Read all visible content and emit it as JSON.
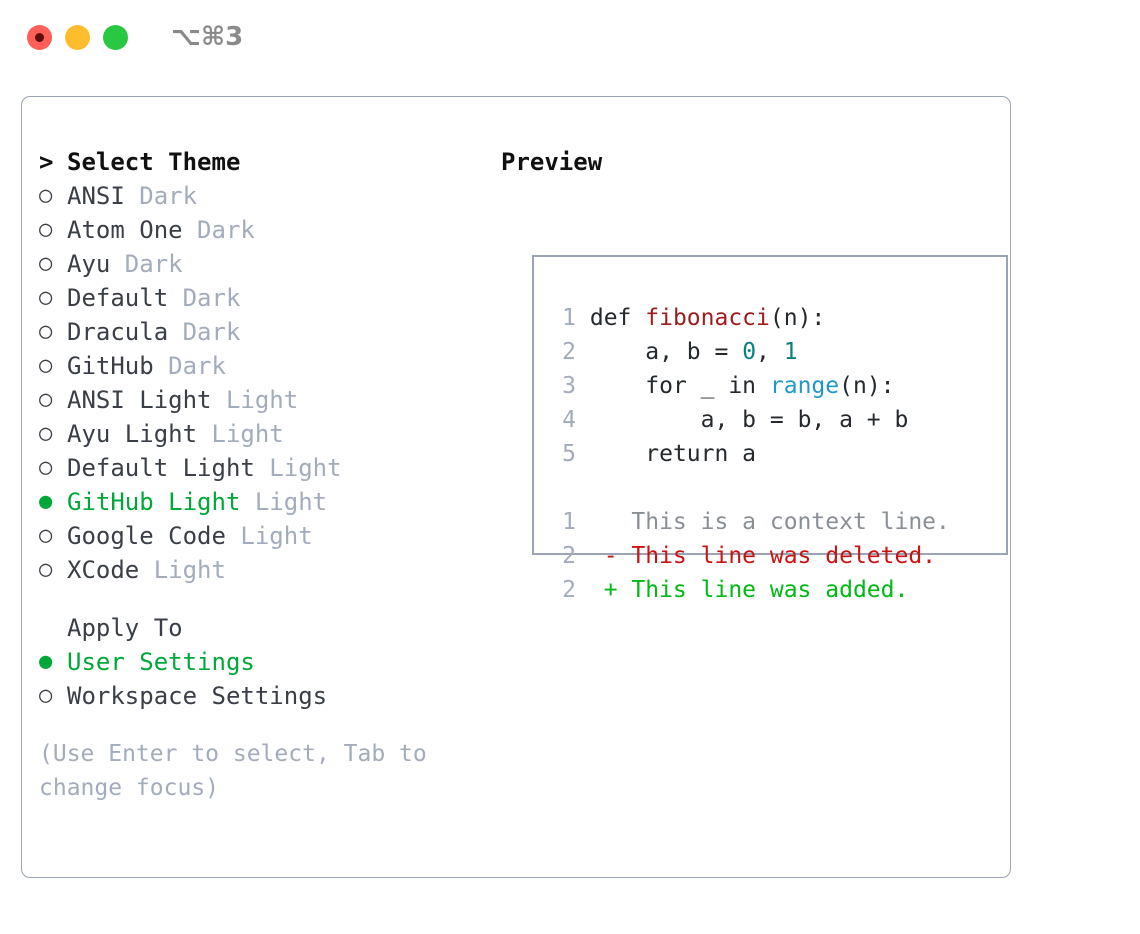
{
  "titlebar": {
    "shortcut": "⌥⌘3",
    "buttons": [
      {
        "name": "close",
        "color": "#ff5f57"
      },
      {
        "name": "minimize",
        "color": "#ffbd2e"
      },
      {
        "name": "maximize",
        "color": "#28c840"
      }
    ]
  },
  "theme_picker": {
    "caret": ">",
    "heading": "Select Theme",
    "bullet_unselected": "○",
    "bullet_selected": "●",
    "items": [
      {
        "name": "ANSI",
        "variant": "Dark",
        "selected": false
      },
      {
        "name": "Atom One",
        "variant": "Dark",
        "selected": false
      },
      {
        "name": "Ayu",
        "variant": "Dark",
        "selected": false
      },
      {
        "name": "Default",
        "variant": "Dark",
        "selected": false
      },
      {
        "name": "Dracula",
        "variant": "Dark",
        "selected": false
      },
      {
        "name": "GitHub",
        "variant": "Dark",
        "selected": false
      },
      {
        "name": "ANSI Light",
        "variant": "Light",
        "selected": false
      },
      {
        "name": "Ayu Light",
        "variant": "Light",
        "selected": false
      },
      {
        "name": "Default Light",
        "variant": "Light",
        "selected": false
      },
      {
        "name": "GitHub Light",
        "variant": "Light",
        "selected": true
      },
      {
        "name": "Google Code",
        "variant": "Light",
        "selected": false
      },
      {
        "name": "XCode",
        "variant": "Light",
        "selected": false
      }
    ]
  },
  "apply_to": {
    "heading": "Apply To",
    "options": [
      {
        "label": "User Settings",
        "selected": true
      },
      {
        "label": "Workspace Settings",
        "selected": false
      }
    ]
  },
  "hint": "(Use Enter to select, Tab to change focus)",
  "preview": {
    "title": "Preview",
    "code_lines": [
      {
        "num": "1",
        "segments": [
          {
            "text": "def ",
            "style": "plain"
          },
          {
            "text": "fibonacci",
            "style": "fn"
          },
          {
            "text": "(n):",
            "style": "plain"
          }
        ]
      },
      {
        "num": "2",
        "segments": [
          {
            "text": "    a, b = ",
            "style": "plain"
          },
          {
            "text": "0",
            "style": "num"
          },
          {
            "text": ", ",
            "style": "plain"
          },
          {
            "text": "1",
            "style": "num"
          }
        ]
      },
      {
        "num": "3",
        "segments": [
          {
            "text": "    for _ in ",
            "style": "plain"
          },
          {
            "text": "range",
            "style": "call"
          },
          {
            "text": "(n):",
            "style": "plain"
          }
        ]
      },
      {
        "num": "4",
        "segments": [
          {
            "text": "        a, b = b, a + b",
            "style": "plain"
          }
        ]
      },
      {
        "num": "5",
        "segments": [
          {
            "text": "    return a",
            "style": "plain"
          }
        ]
      }
    ],
    "diff_lines": [
      {
        "num": "1",
        "marker": " ",
        "text": "This is a context line.",
        "kind": "context"
      },
      {
        "num": "2",
        "marker": "-",
        "text": "This line was deleted.",
        "kind": "deleted"
      },
      {
        "num": "2",
        "marker": "+",
        "text": "This line was added.",
        "kind": "added"
      }
    ]
  },
  "colors": {
    "selected_green": "#00a83a",
    "variant_gray": "#a3acbb",
    "border": "#9aa4b4",
    "function_red": "#9e1c1c",
    "number_teal": "#0a8080",
    "call_blue": "#2098c9",
    "diff_added": "#00b915",
    "diff_deleted": "#cc1111",
    "diff_context": "#8a8f96"
  }
}
